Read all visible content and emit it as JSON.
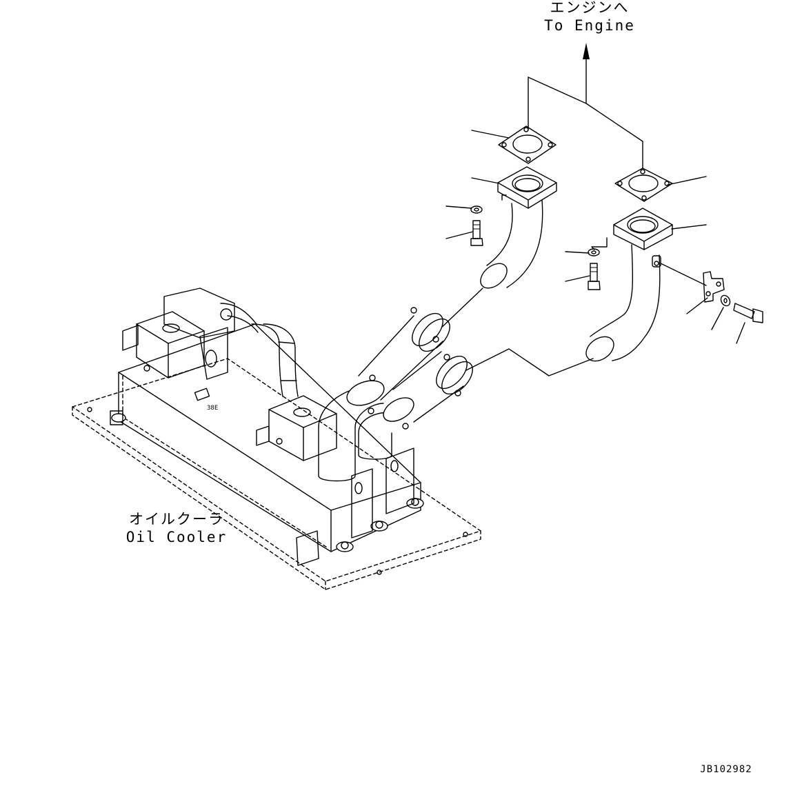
{
  "labels": {
    "engine_jp": "エンジンへ",
    "engine_en": "To Engine",
    "cooler_jp": "オイルクーラ",
    "cooler_en": "Oil Cooler",
    "drawing_id": "JB102982",
    "part_stamp": "38E"
  }
}
